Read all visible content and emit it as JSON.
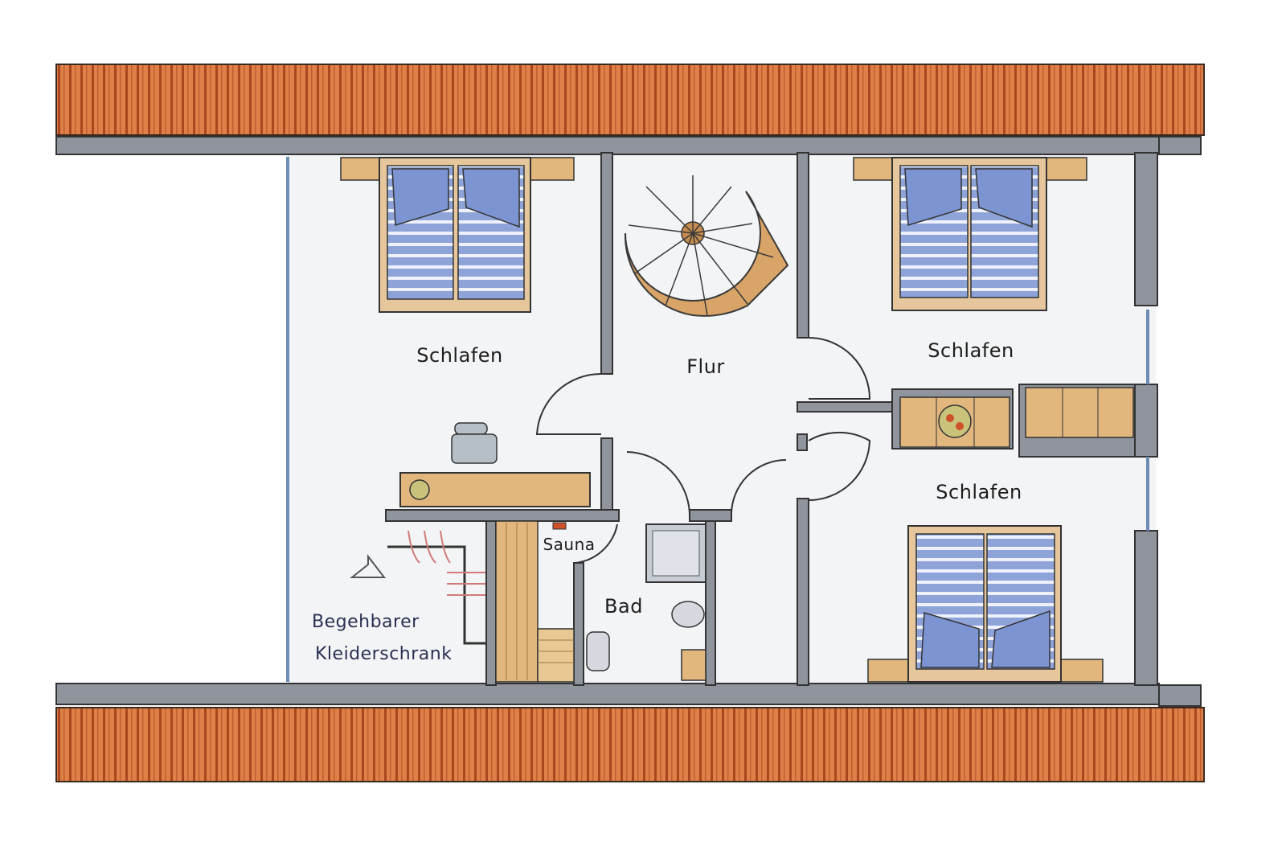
{
  "labels": {
    "bedroom_top_left": "Schlafen",
    "hallway": "Flur",
    "bedroom_top_right": "Schlafen",
    "bedroom_bottom_right": "Schlafen",
    "sauna": "Sauna",
    "bathroom": "Bad",
    "walk_in_closet_line1": "Begehbarer",
    "walk_in_closet_line2": "Kleiderschrank"
  },
  "colors": {
    "roof": "#d9793f",
    "roof_stripe": "#a84a24",
    "wall": "#8f949d",
    "wall_outline": "#3a3a3a",
    "floor": "#f3f4f6",
    "wood": "#e2b77e",
    "bed_blue": "#8fa3d6",
    "stair": "#d8a467"
  }
}
